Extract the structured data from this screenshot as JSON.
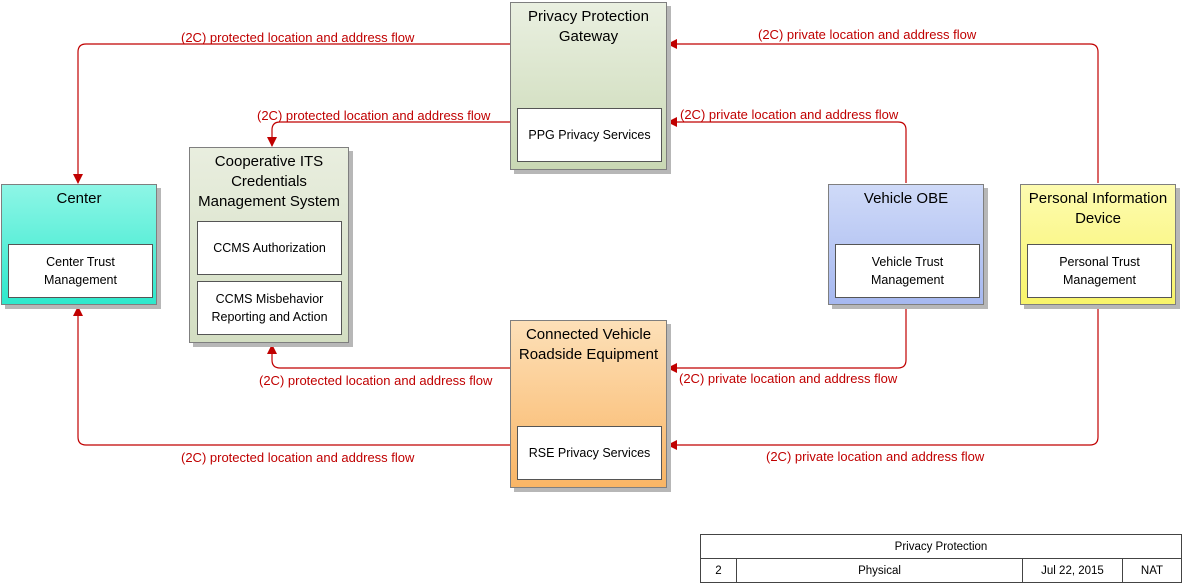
{
  "nodes": {
    "ppg": {
      "title": "Privacy Protection\nGateway",
      "color": "#dce6cf",
      "subs": [
        "PPG Privacy Services"
      ]
    },
    "ccms": {
      "title": "Cooperative ITS\nCredentials\nManagement System",
      "color": "#dde6d0",
      "subs": [
        "CCMS Authorization",
        "CCMS Misbehavior\nReporting and Action"
      ]
    },
    "center": {
      "title": "Center",
      "color": "#5ef0d8",
      "subs": [
        "Center Trust\nManagement"
      ]
    },
    "obe": {
      "title": "Vehicle OBE",
      "color": "#b7c6f4",
      "subs": [
        "Vehicle Trust\nManagement"
      ]
    },
    "pid": {
      "title": "Personal Information\nDevice",
      "color": "#fbf88c",
      "subs": [
        "Personal Trust\nManagement"
      ]
    },
    "rse": {
      "title": "Connected Vehicle\nRoadside Equipment",
      "color": "#fbc98c",
      "subs": [
        "RSE Privacy Services"
      ]
    }
  },
  "flows": {
    "protected": "(2C) protected location and address flow",
    "private": "(2C) private location and address flow"
  },
  "colors": {
    "flow": "#c00000"
  },
  "title_block": {
    "title": "Privacy Protection",
    "number": "2",
    "view": "Physical",
    "date": "Jul 22, 2015",
    "author": "NAT"
  }
}
